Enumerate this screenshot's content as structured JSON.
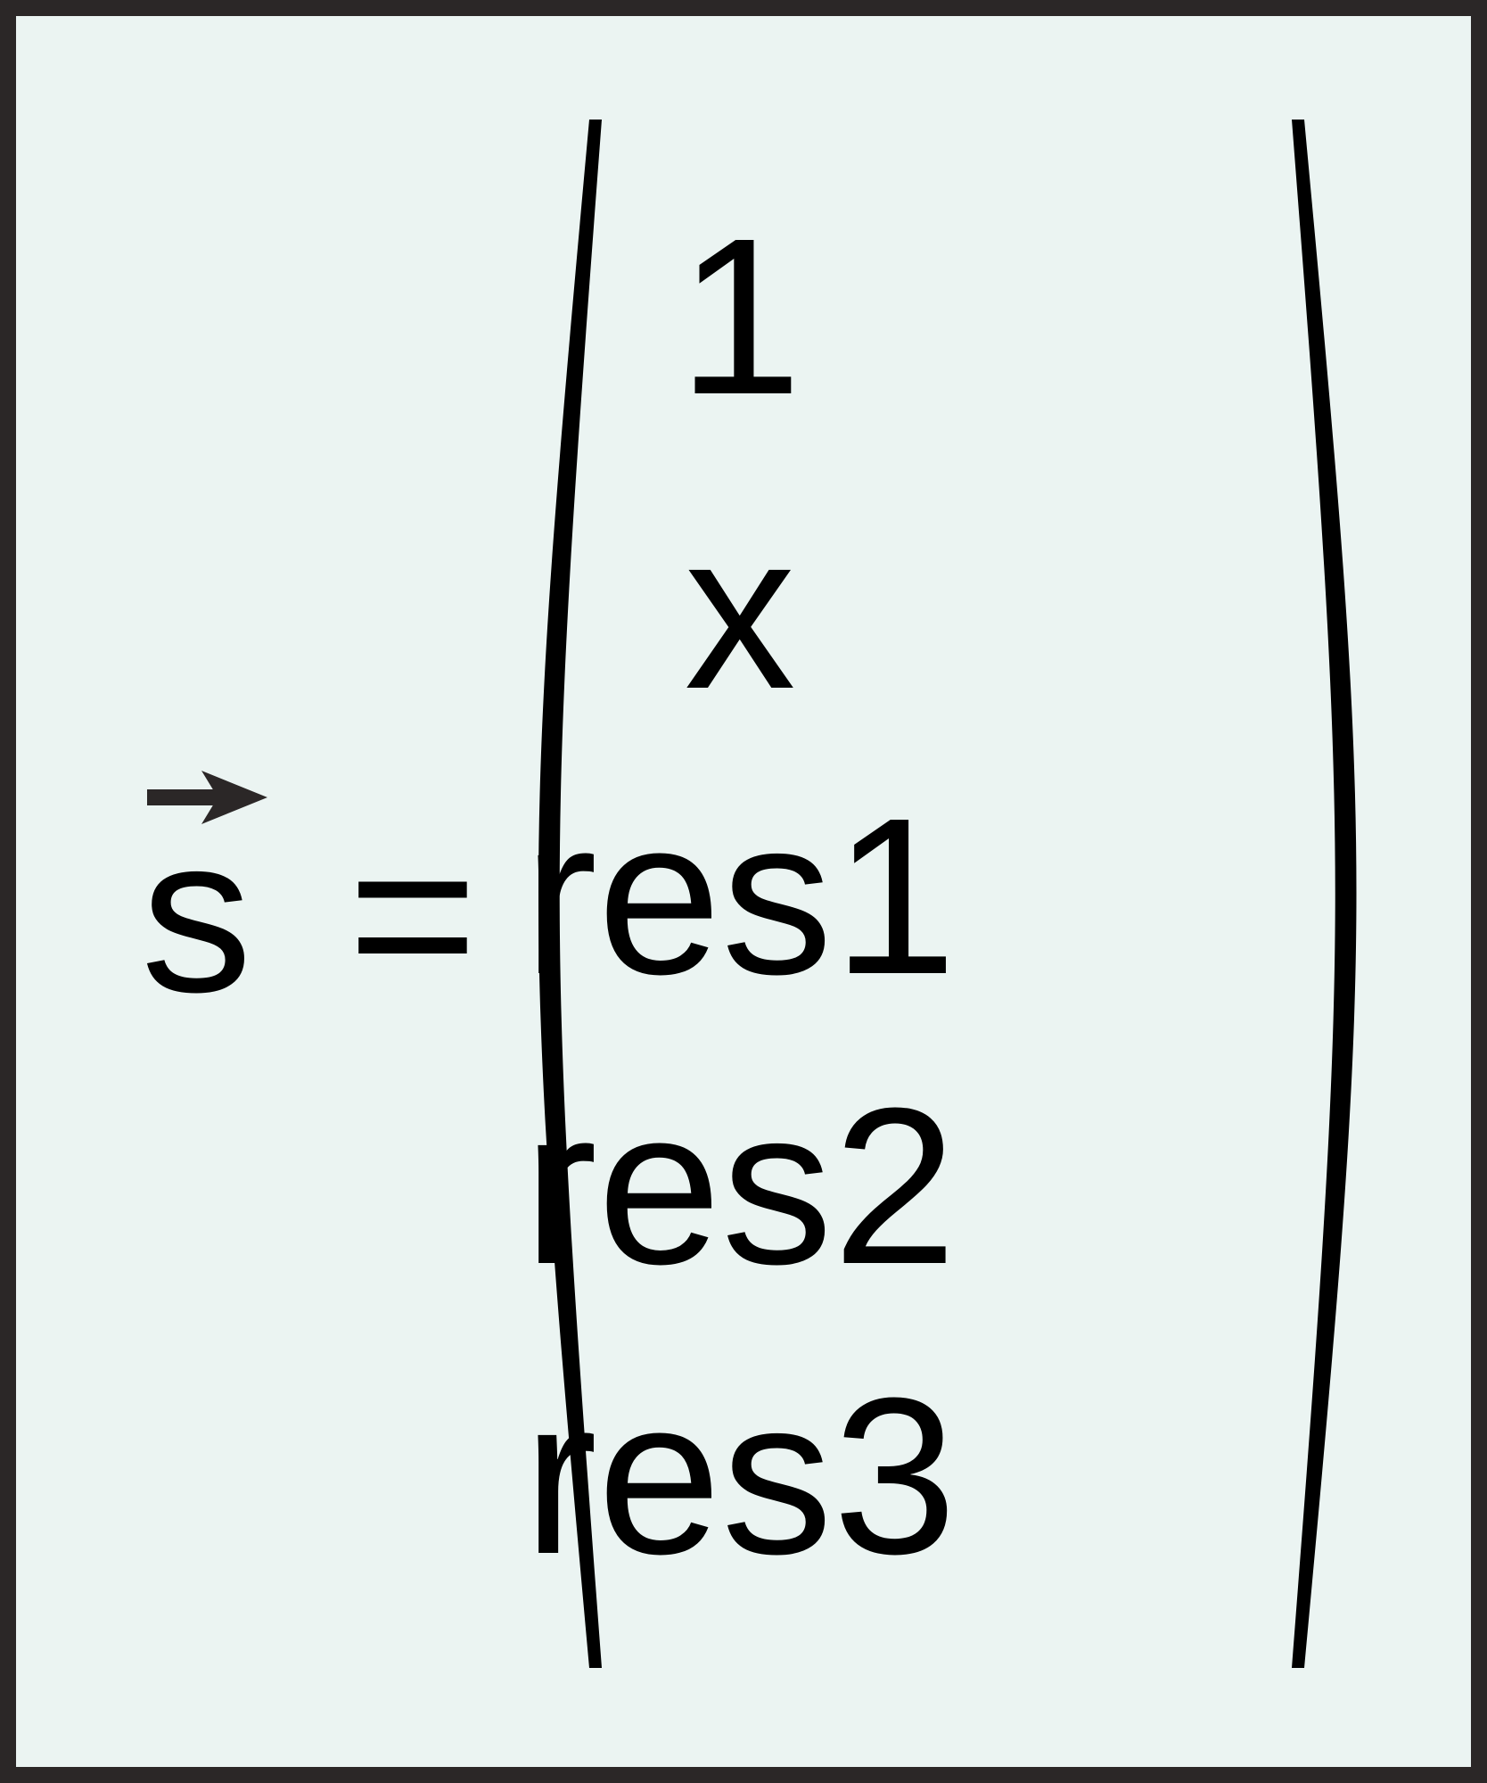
{
  "equation": {
    "symbol": "s",
    "equals": "=",
    "vector_entries": [
      "1",
      "x",
      "res1",
      "res2",
      "res3"
    ]
  },
  "colors": {
    "background": "#ebf4f2",
    "border": "#2b2727",
    "ink": "#000000",
    "arrow": "#2b2727"
  }
}
